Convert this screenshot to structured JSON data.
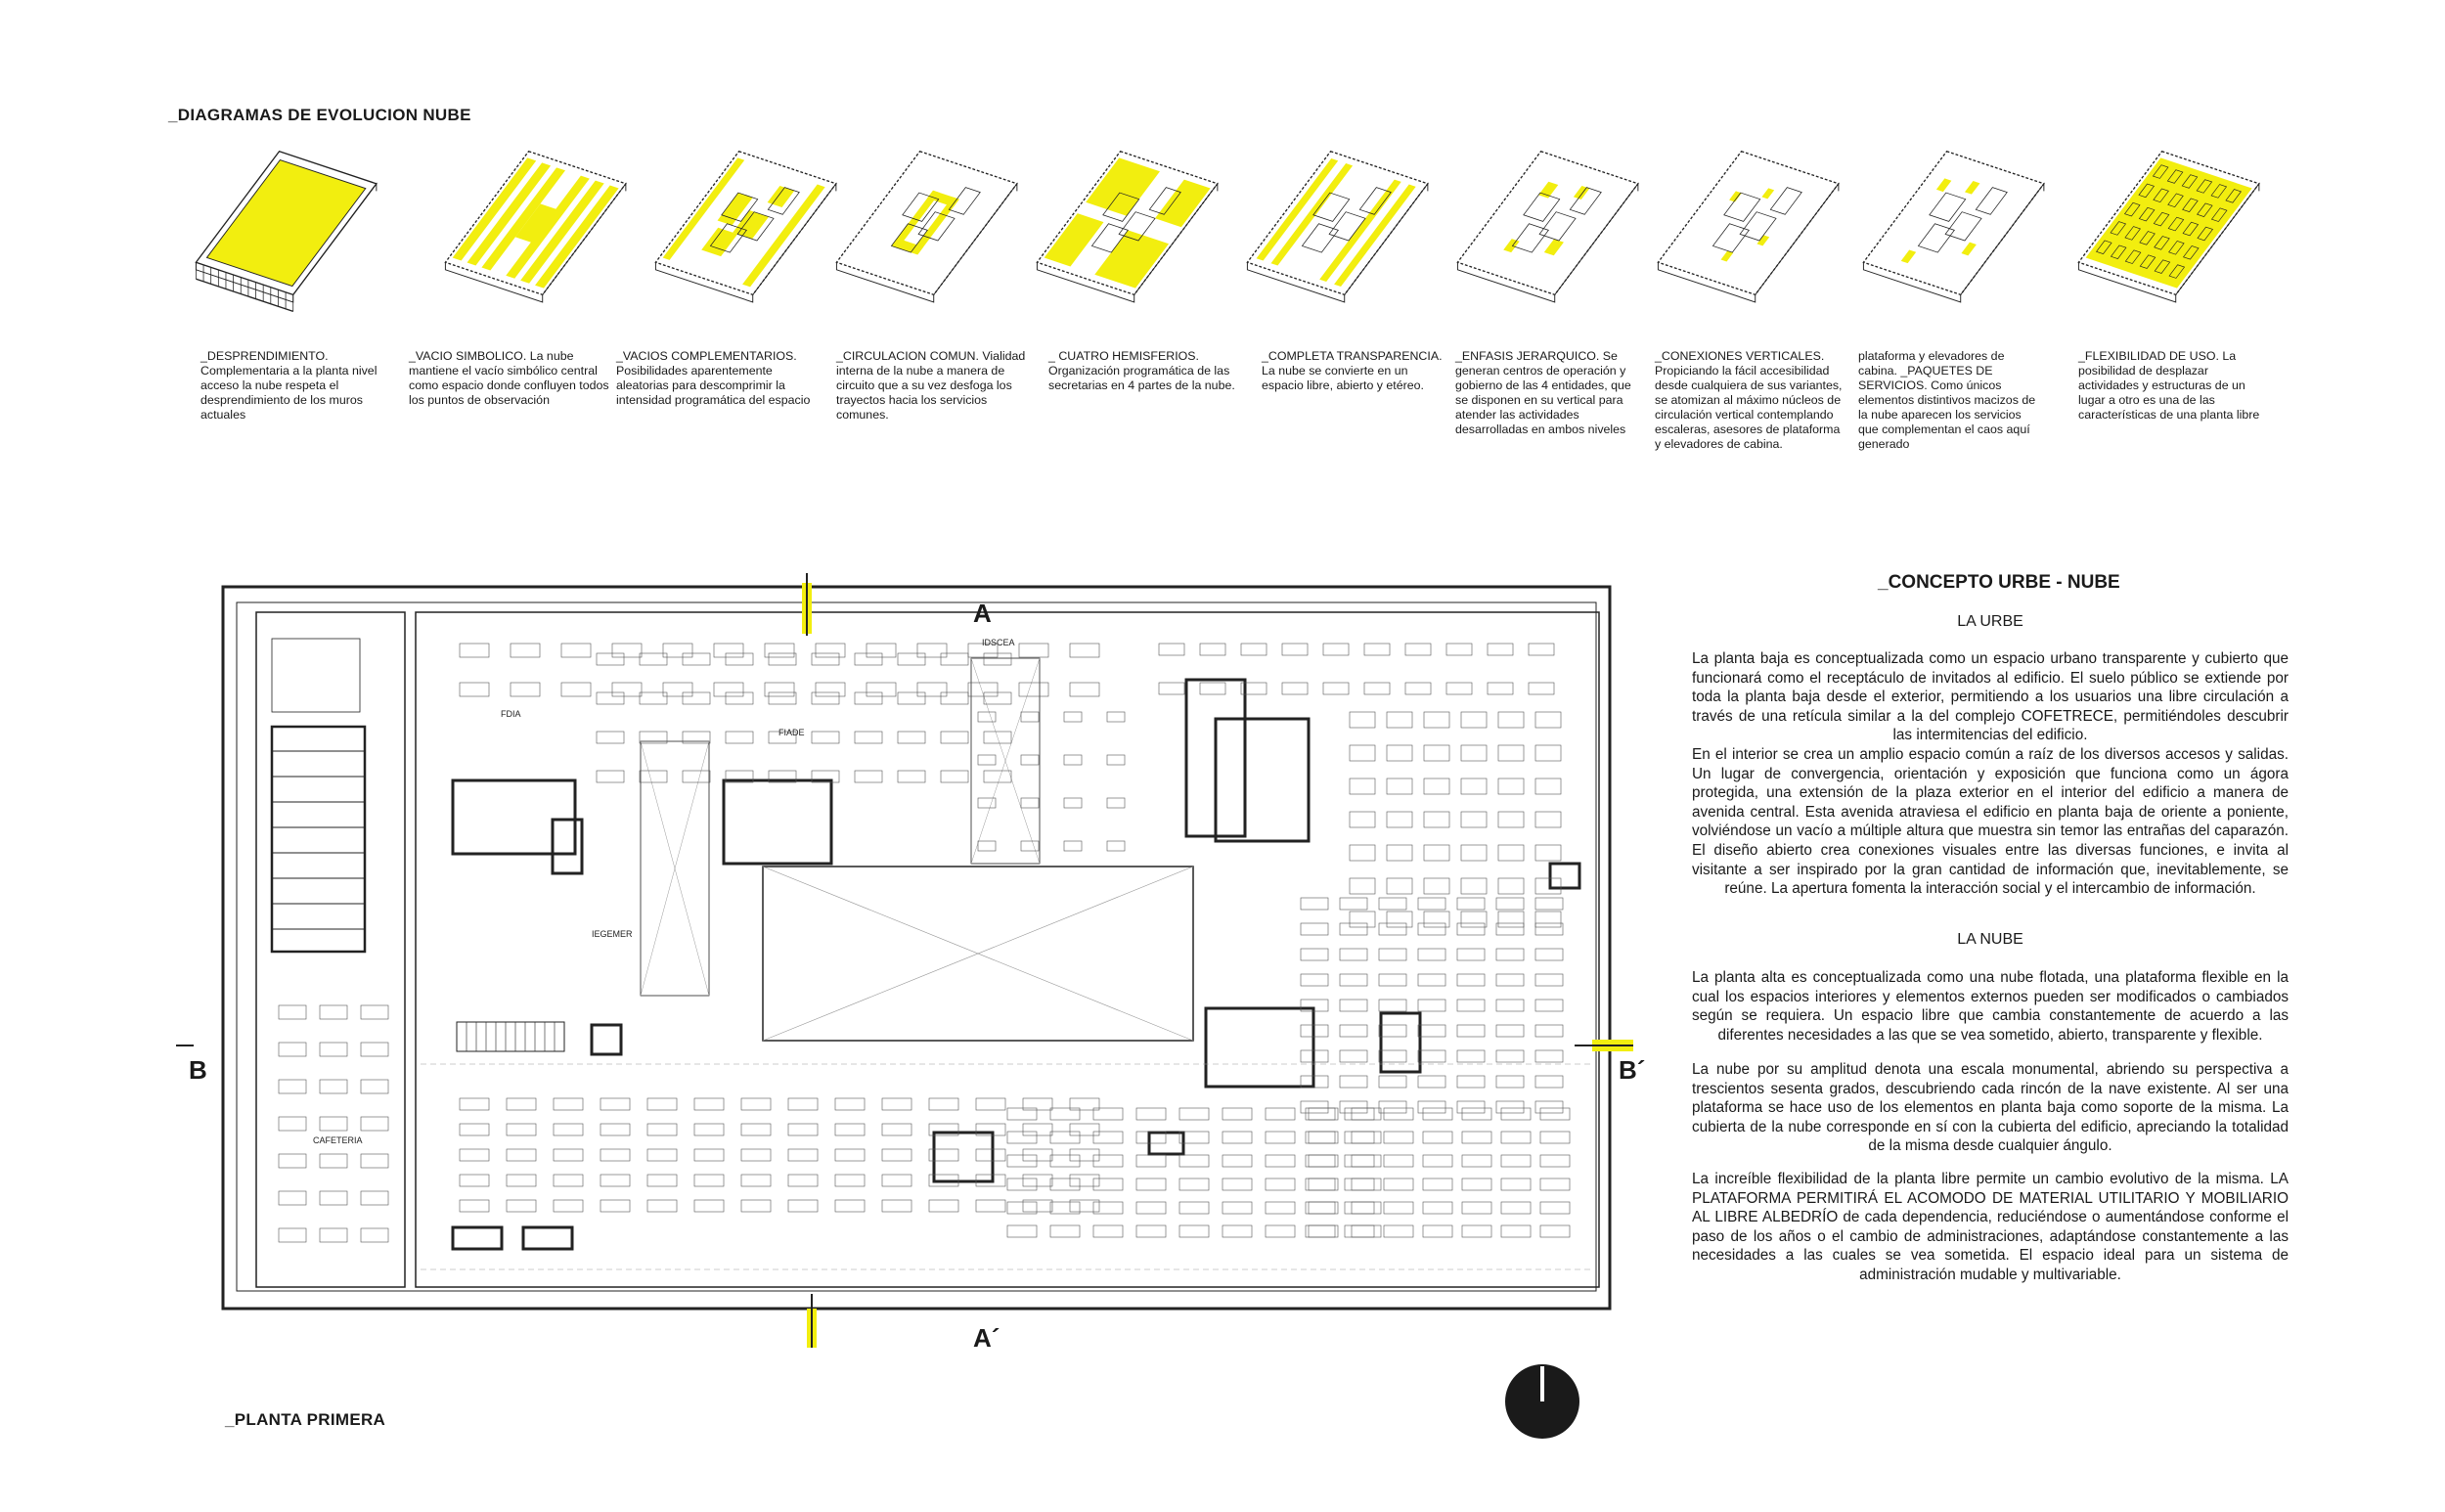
{
  "diagrams": {
    "title": "_DIAGRAMAS DE EVOLUCION NUBE",
    "items": [
      {
        "name": "desprendimiento",
        "caption": "_DESPRENDIMIENTO. Complementaria a la planta nivel acceso la nube respeta el desprendimiento de los muros actuales"
      },
      {
        "name": "vacio-simbolico",
        "caption": "_VACIO SIMBOLICO. La nube mantiene el vacío simbólico central como espacio donde confluyen todos los puntos de observación"
      },
      {
        "name": "vacios-complementarios",
        "caption": "_VACIOS COMPLEMENTARIOS. Posibilidades aparentemente aleatorias para descomprimir la intensidad programática del espacio"
      },
      {
        "name": "circulacion-comun",
        "caption": "_CIRCULACION COMUN. Vialidad interna de la nube a manera de circuito que a su vez desfoga los trayectos hacia los servicios comunes."
      },
      {
        "name": "cuatro-hemisferios",
        "caption": "_ CUATRO HEMISFERIOS. Organización programática de las secretarias en 4 partes de la nube."
      },
      {
        "name": "completa-transparencia",
        "caption": "_COMPLETA TRANSPARENCIA. La nube se convierte en un espacio libre, abierto y etéreo."
      },
      {
        "name": "enfasis-jerarquico",
        "caption": "_ENFASIS JERARQUICO. Se generan centros de operación y gobierno de las 4 entidades, que se disponen en su vertical para atender las actividades desarrolladas en ambos niveles"
      },
      {
        "name": "conexiones-verticales",
        "caption": "_CONEXIONES VERTICALES. Propiciando la fácil accesibilidad desde cualquiera de sus variantes, se atomizan al máximo núcleos de circulación vertical contemplando escaleras, asesores de plataforma y elevadores de cabina."
      },
      {
        "name": "paquetes-servicios",
        "caption": "plataforma y elevadores de cabina. _PAQUETES DE SERVICIOS. Como únicos elementos distintivos macizos de la nube aparecen los servicios que complementan el caos aquí generado"
      },
      {
        "name": "flexibilidad-uso",
        "caption": "_FLEXIBILIDAD DE USO. La posibilidad de desplazar actividades y estructuras de un lugar a otro es una de las características de una planta libre"
      }
    ]
  },
  "plan": {
    "title": "_PLANTA PRIMERA",
    "section_labels": {
      "a": "A",
      "a_prime": "A´",
      "b": "B",
      "b_prime": "B´"
    },
    "room_labels": {
      "fdia": "FDIA",
      "fiade": "FIADE",
      "idscea": "IDSCEA",
      "iegemer": "IEGEMER",
      "cafeteria": "CAFETERIA"
    }
  },
  "concept": {
    "title": "_CONCEPTO URBE - NUBE",
    "urbe_heading": "LA URBE",
    "urbe_p1": "La planta baja es conceptualizada como un espacio urbano transparente y cubierto que funcionará como el receptáculo de invitados al edificio. El suelo público se extiende por toda la planta baja desde el exterior, permitiendo a los usuarios una libre circulación a través de una retícula similar a la del complejo COFETRECE, permitiéndoles descubrir las intermitencias del edificio.",
    "urbe_p2": "En el interior se crea un amplio espacio común a raíz de los diversos accesos y salidas. Un lugar de convergencia, orientación y exposición que funciona como un ágora protegida, una extensión de la plaza exterior en el interior del edificio a manera de avenida central. Esta avenida atraviesa el edificio en planta baja de oriente a poniente, volviéndose un vacío a múltiple altura que muestra sin temor las entrañas del caparazón. El diseño abierto crea conexiones visuales entre las diversas funciones, e invita al visitante a ser inspirado por la gran cantidad de información que, inevitablemente, se reúne. La apertura fomenta la interacción social y el intercambio de información.",
    "nube_heading": "LA NUBE",
    "nube_p1": "La planta alta es conceptualizada como una nube flotada, una plataforma flexible en la cual los espacios interiores y elementos externos pueden ser modificados o cambiados según se requiera. Un espacio libre que cambia constantemente de acuerdo a las diferentes necesidades a las que se vea sometido, abierto, transparente y flexible.",
    "nube_p2": "La nube por su amplitud denota una escala monumental, abriendo su perspectiva a trescientos sesenta grados, descubriendo cada rincón de la nave existente. Al ser una plataforma se hace uso de los elementos en planta baja como soporte de la misma. La cubierta de la nube corresponde en sí con la cubierta del edificio, apreciando la totalidad de la misma desde cualquier ángulo.",
    "nube_p3": "La increíble flexibilidad de la planta libre permite un cambio evolutivo de la misma. LA PLATAFORMA PERMITIRÁ EL ACOMODO DE MATERIAL UTILITARIO Y MOBILIARIO AL LIBRE ALBEDRÍO de cada dependencia, reduciéndose o aumentándose conforme el paso de los años o el cambio de administraciones, adaptándose constantemente a las necesidades a las cuales se vea sometida. El espacio ideal para un sistema de administración mudable y multivariable."
  },
  "colors": {
    "accent": "#f2ee0f",
    "line": "#222222",
    "paper": "#ffffff"
  }
}
